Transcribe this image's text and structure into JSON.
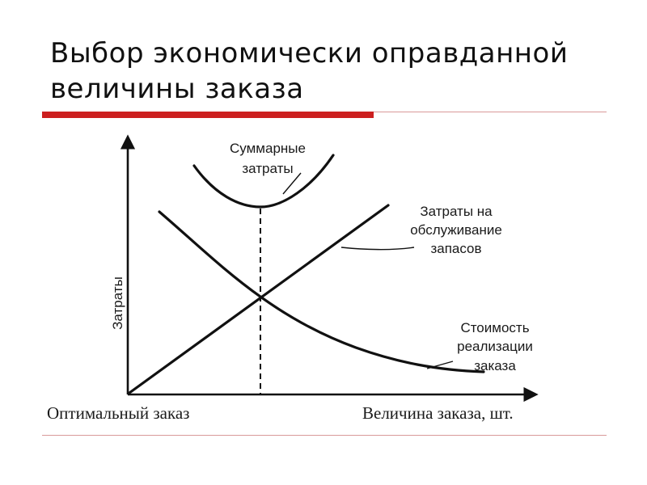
{
  "slide": {
    "title_line1": "Выбор экономически оправданной",
    "title_line2": "величины заказа"
  },
  "diagram": {
    "y_axis_label": "Затраты",
    "x_axis_label": "Величина заказа, шт.",
    "optimum_label": "Оптимальный заказ",
    "curves": {
      "total": {
        "line1": "Суммарные",
        "line2": "затраты"
      },
      "holding": {
        "line1": "Затраты на",
        "line2": "обслуживание",
        "line3": "запасов"
      },
      "ordering": {
        "line1": "Стоимость",
        "line2": "реализации",
        "line3": "заказа"
      }
    }
  }
}
